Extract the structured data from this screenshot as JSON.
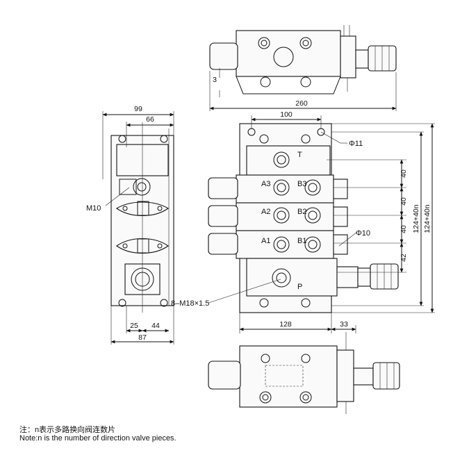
{
  "dimensions": {
    "top_width": "260",
    "top_offset": "3",
    "side_99": "99",
    "side_66": "66",
    "side_25": "25",
    "side_44": "44",
    "side_87": "87",
    "front_100": "100",
    "front_128": "128",
    "front_33": "33",
    "pitch_1": "40",
    "pitch_2": "40",
    "pitch_3": "40",
    "pitch_4": "42",
    "total_inner": "124+40n",
    "total_outer": "124+40n"
  },
  "labels": {
    "mount_hole": "Φ11",
    "side_thread": "M10",
    "pilot_hole": "Φ10",
    "port_thread": "8–M18×1.5",
    "port_t": "T",
    "port_p": "P",
    "port_a3": "A3",
    "port_b3": "B3",
    "port_a2": "A2",
    "port_b2": "B2",
    "port_a1": "A1",
    "port_b1": "B1"
  },
  "notes": {
    "chinese": "注：n表示多路换向阀连数片",
    "english": "Note:n is the number of direction valve pieces."
  }
}
